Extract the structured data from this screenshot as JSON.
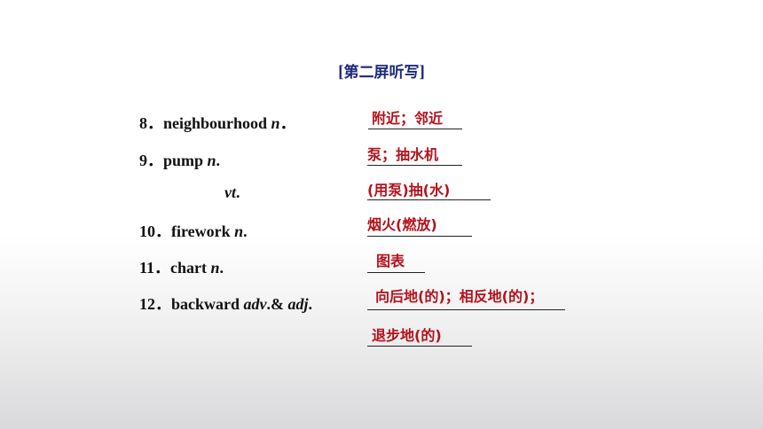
{
  "heading": {
    "open": "[",
    "text": "第二屏听写",
    "close": "]"
  },
  "terms": [
    {
      "num": "8．",
      "word": "neighbourhood ",
      "pos": "n",
      "tail": "．"
    },
    {
      "num": "9．",
      "word": "pump ",
      "pos": "n",
      "tail": "."
    },
    {
      "num": "",
      "word": "",
      "pos": "vt",
      "tail": "."
    },
    {
      "num": "10．",
      "word": "firework ",
      "pos": "n",
      "tail": "."
    },
    {
      "num": "11．",
      "word": "chart ",
      "pos": "n",
      "tail": "."
    },
    {
      "num": "12．",
      "word": "backward ",
      "pos": "adv",
      "mid": ".& ",
      "pos2": "adj",
      "tail": "."
    }
  ],
  "answers": [
    "附近；邻近",
    "泵；抽水机",
    "(用泵)抽(水)",
    "烟火(燃放)",
    "图表",
    "向后地(的)；相反地(的)；",
    "退步地(的)"
  ],
  "colors": {
    "heading": "#1f2a7a",
    "term": "#111111",
    "answer": "#b4121b"
  }
}
